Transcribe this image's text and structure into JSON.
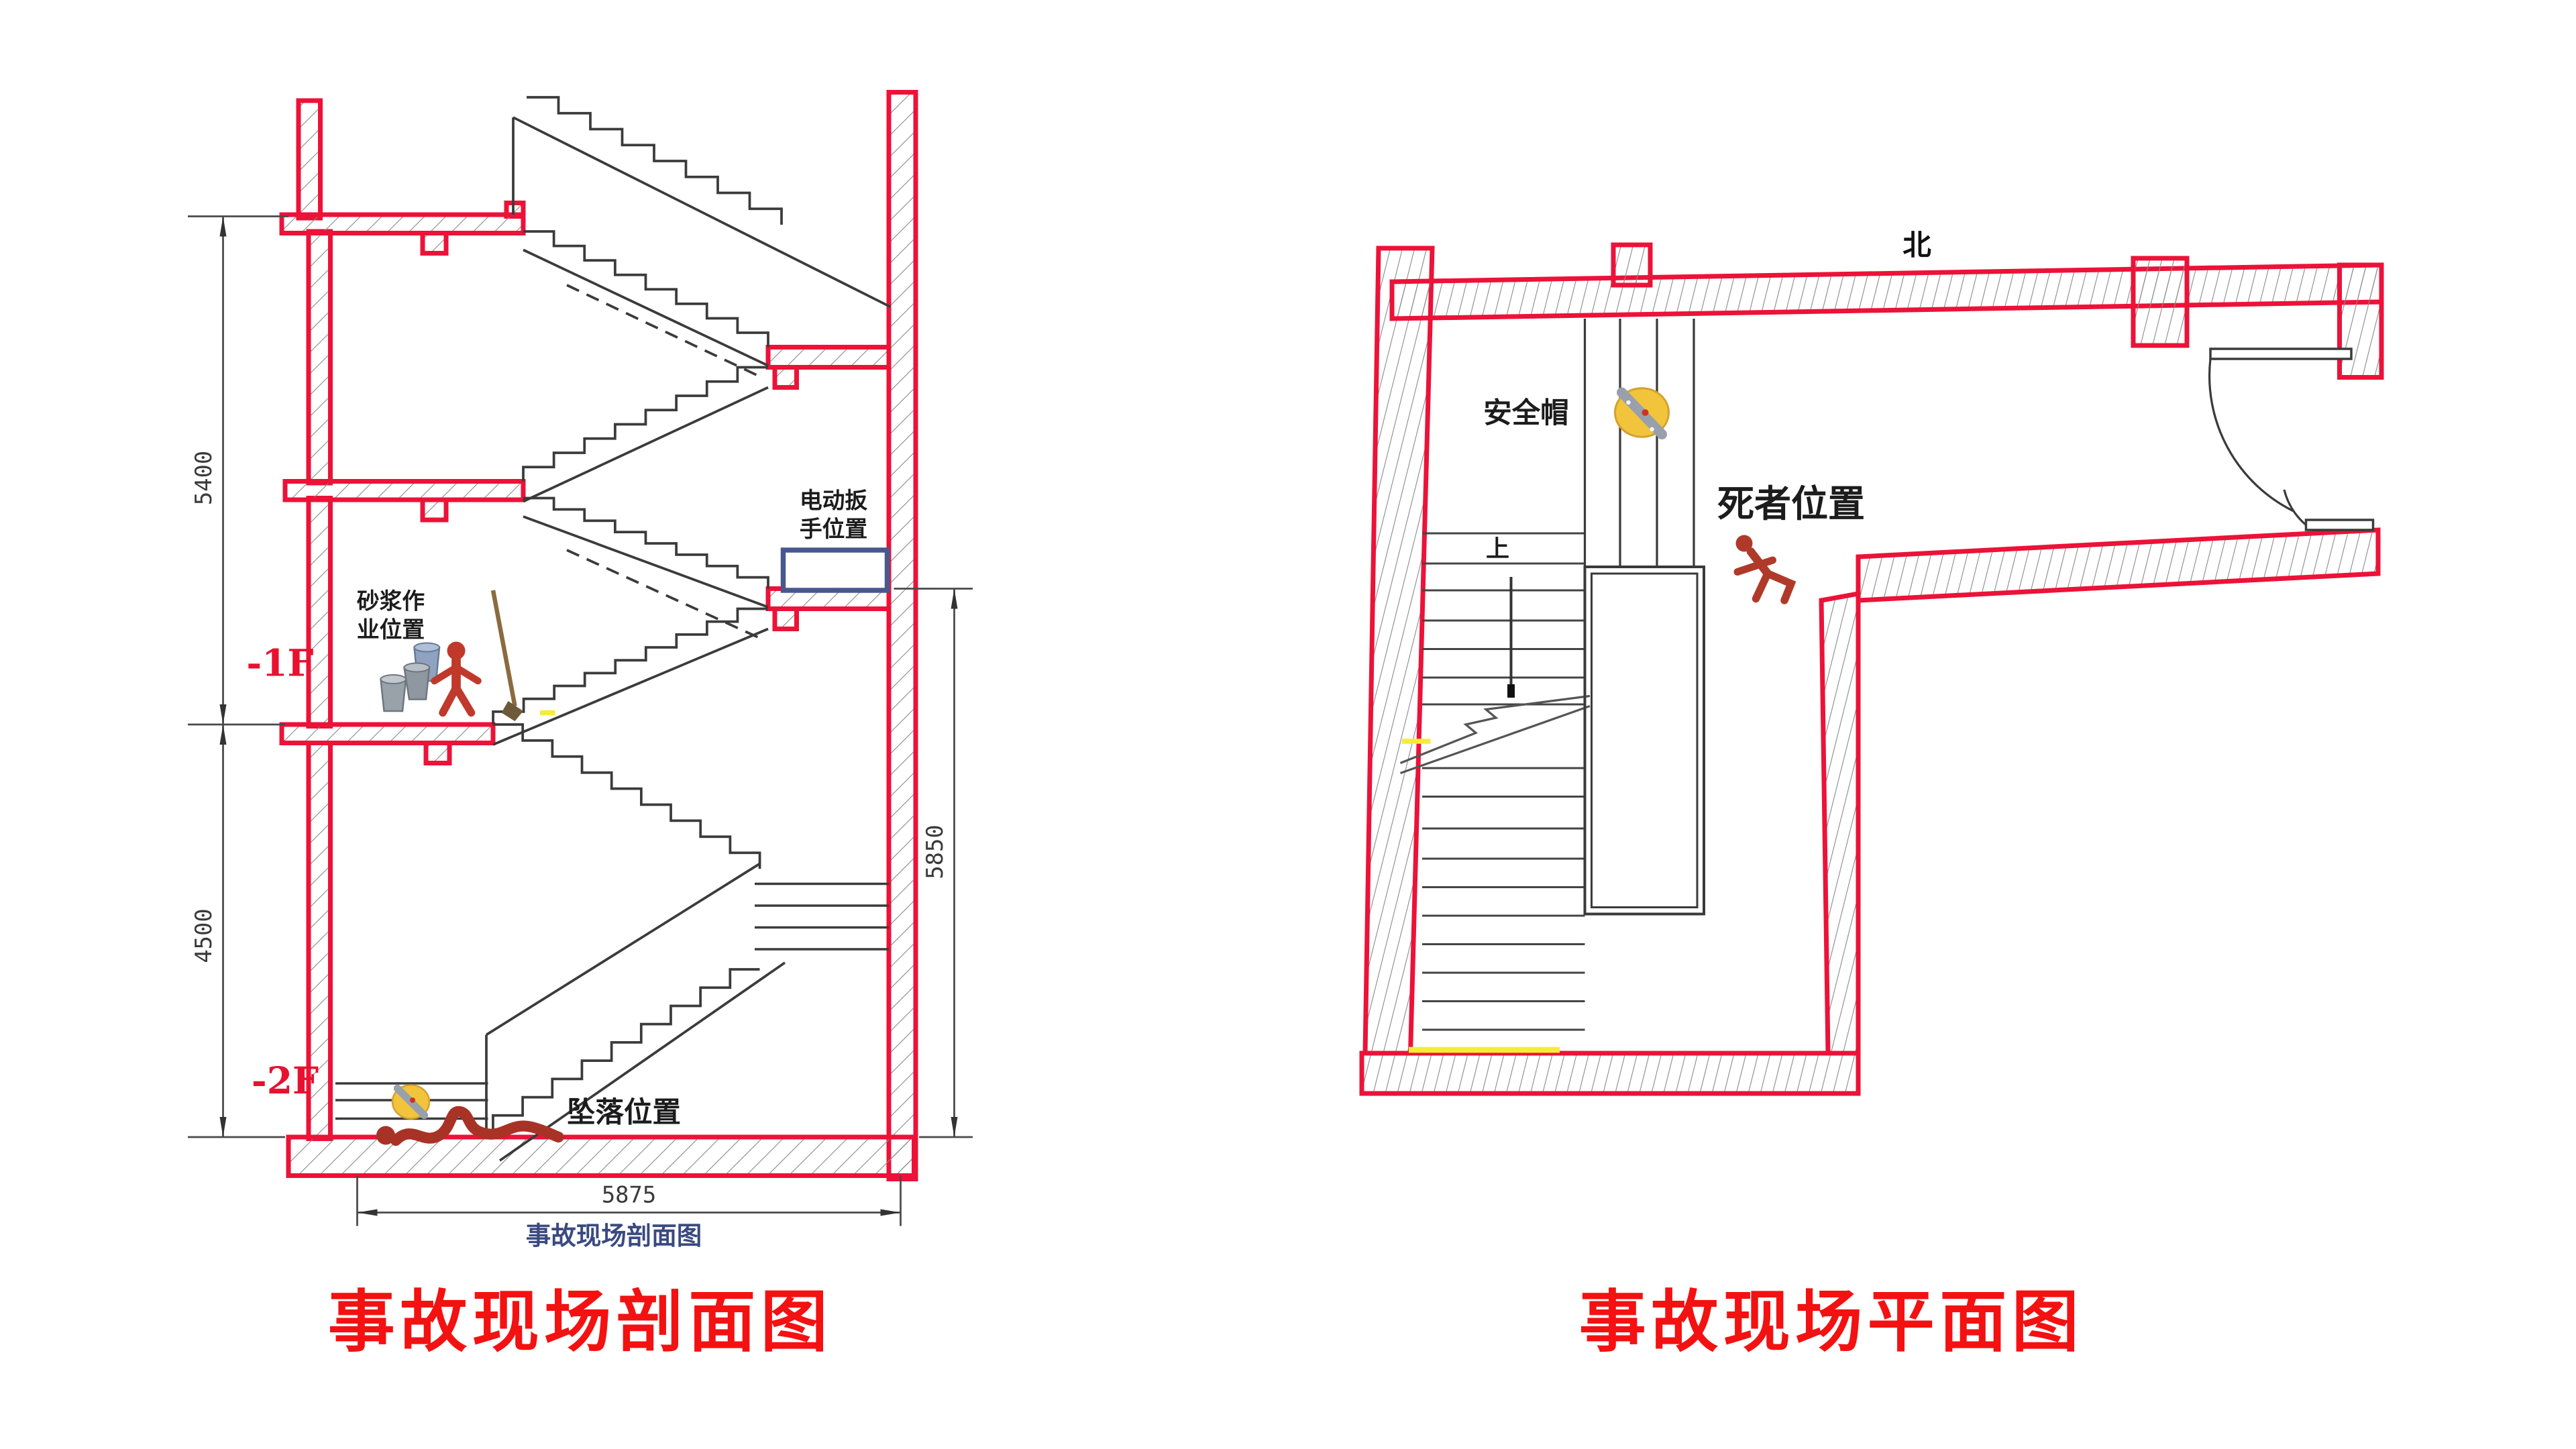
{
  "section": {
    "caption": "事故现场剖面图",
    "title": "事故现场剖面图",
    "floor_labels": {
      "minus1": "-1F",
      "minus2": "-2F"
    },
    "annotations": {
      "mortar_line1": "砂浆作",
      "mortar_line2": "业位置",
      "wrench_line1": "电动扳",
      "wrench_line2": "手位置",
      "fall": "坠落位置"
    },
    "dimensions": {
      "upper_storey": "5400",
      "lower_storey": "4500",
      "fall_height": "5850",
      "width": "5875"
    }
  },
  "plan": {
    "title": "事故现场平面图",
    "north": "北",
    "annotations": {
      "helmet": "安全帽",
      "deceased": "死者位置",
      "stairs_up": "上"
    }
  },
  "colors": {
    "wall_red": "#ec1238",
    "title_red": "#f31111",
    "floor_label_red": "#e8112f",
    "caption_blue": "#3a4a80",
    "wrench_box_blue": "#48588e",
    "helmet_yellow": "#f2c43c",
    "worker_red": "#c0392b",
    "fallen_red": "#a93226",
    "plan_figure_red": "#b03a2a",
    "hatch_gray": "#8b8b8b",
    "highlight_yellow": "#f5ec3a"
  }
}
